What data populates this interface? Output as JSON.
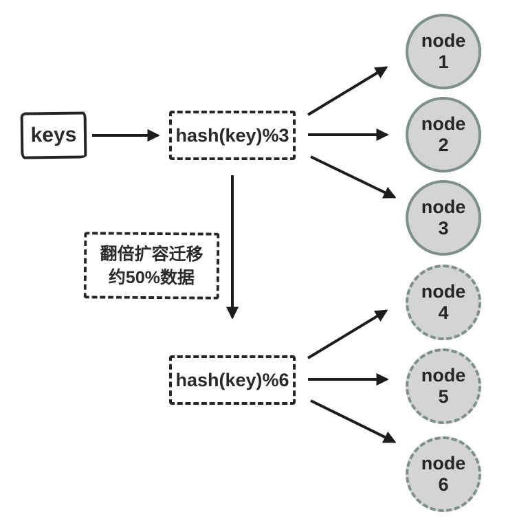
{
  "colors": {
    "background": "#ffffff",
    "line": "#1c1c1c",
    "box_border": "#262626",
    "node_fill": "#d4d4d2",
    "node_border": "#7e8e8d",
    "text": "#2a2a2a"
  },
  "keys_box": {
    "label": "keys"
  },
  "hash_mod3_box": {
    "label": "hash(key)%3"
  },
  "hash_mod6_box": {
    "label": "hash(key)%6"
  },
  "migration_note": {
    "line1": "翻倍扩容迁移",
    "line2": "约50%数据"
  },
  "nodes": [
    {
      "word": "node",
      "number": "1",
      "style": "solid"
    },
    {
      "word": "node",
      "number": "2",
      "style": "solid"
    },
    {
      "word": "node",
      "number": "3",
      "style": "solid"
    },
    {
      "word": "node",
      "number": "4",
      "style": "dashed"
    },
    {
      "word": "node",
      "number": "5",
      "style": "dashed"
    },
    {
      "word": "node",
      "number": "6",
      "style": "dashed"
    }
  ]
}
